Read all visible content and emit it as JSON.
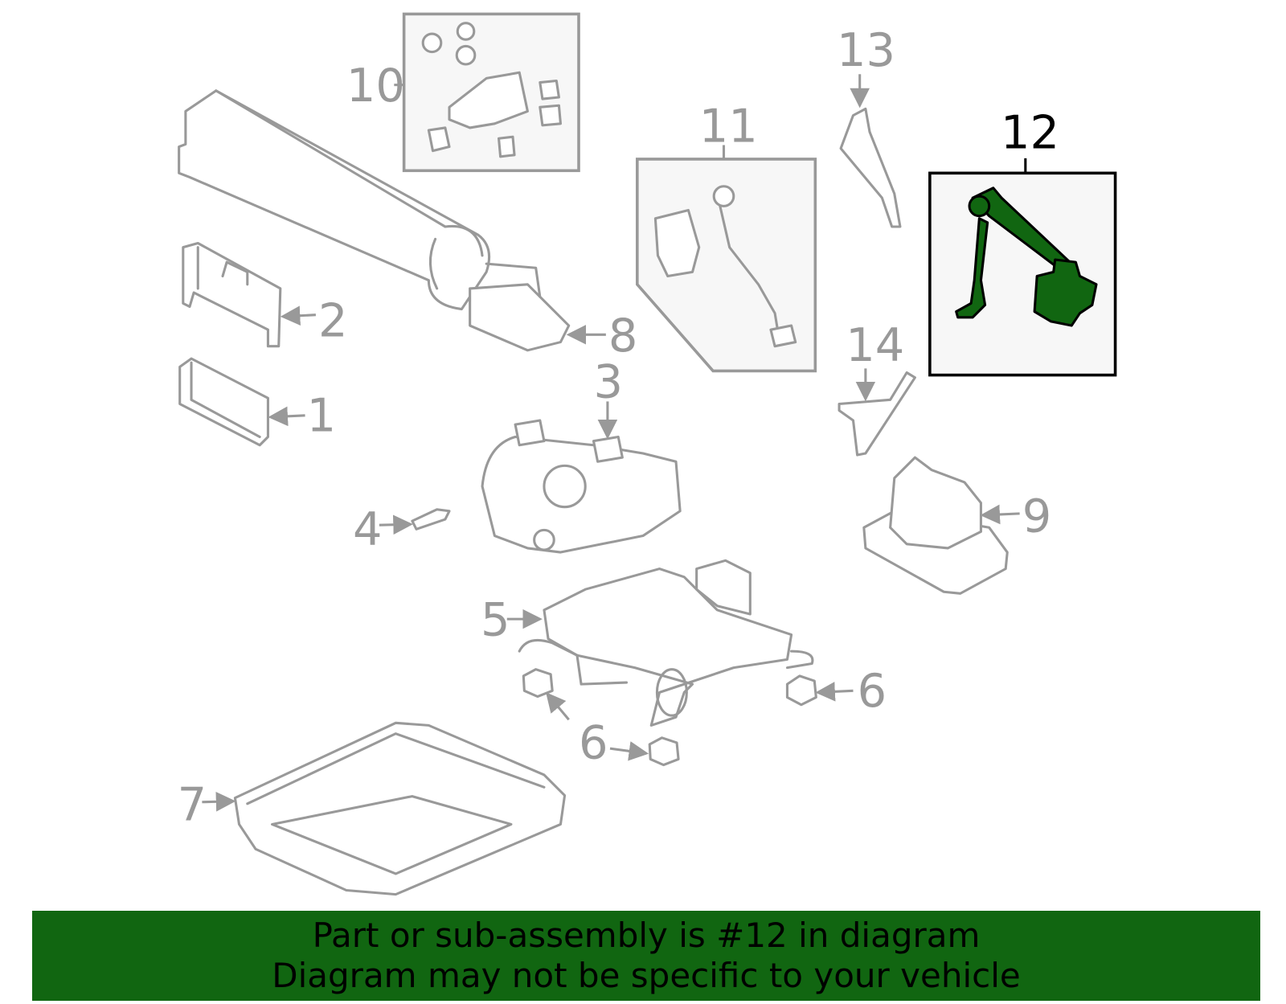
{
  "callouts": [
    "1",
    "2",
    "3",
    "4",
    "5",
    "6",
    "6",
    "6",
    "7",
    "8",
    "9",
    "10",
    "11",
    "12",
    "13",
    "14"
  ],
  "highlighted_part": "12",
  "colors": {
    "highlight": "#116611",
    "part_outline": "#999999",
    "banner": "#116611"
  },
  "banner": {
    "line1": "Part or sub-assembly is #12 in diagram",
    "line2": "Diagram may not be specific to your vehicle"
  }
}
